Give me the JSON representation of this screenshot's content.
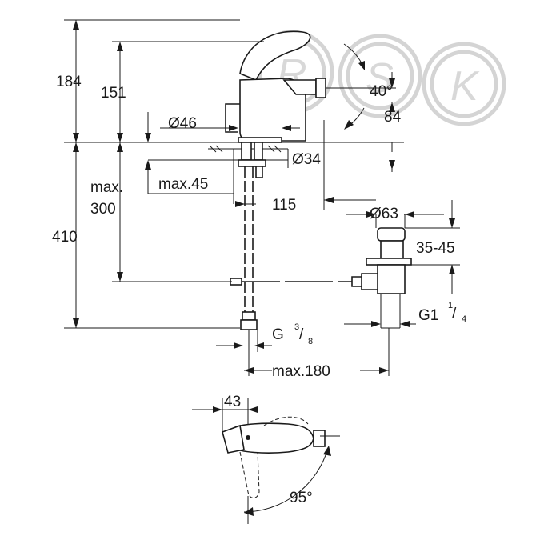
{
  "watermark": {
    "letters": [
      "R",
      "S",
      "K"
    ]
  },
  "dimensions": {
    "total_height": "184",
    "spout_height": "151",
    "spout_angle": "40°",
    "spout_reach": "84",
    "base_diameter": "Ø46",
    "hole_diameter": "Ø34",
    "max_counter_thickness_label": "max.",
    "max_counter_thickness_value": "300",
    "max_thickness": "max.45",
    "spout_to_drain": "115",
    "drain_diameter": "Ø63",
    "drain_range": "35-45",
    "overall_height": "410",
    "drain_thread": "G1",
    "drain_thread_num": "1",
    "drain_thread_den": "4",
    "hose_thread": "G",
    "hose_thread_num": "3",
    "hose_thread_den": "8",
    "max_reach": "max.180",
    "lever_offset": "43",
    "lever_angle": "95°"
  }
}
